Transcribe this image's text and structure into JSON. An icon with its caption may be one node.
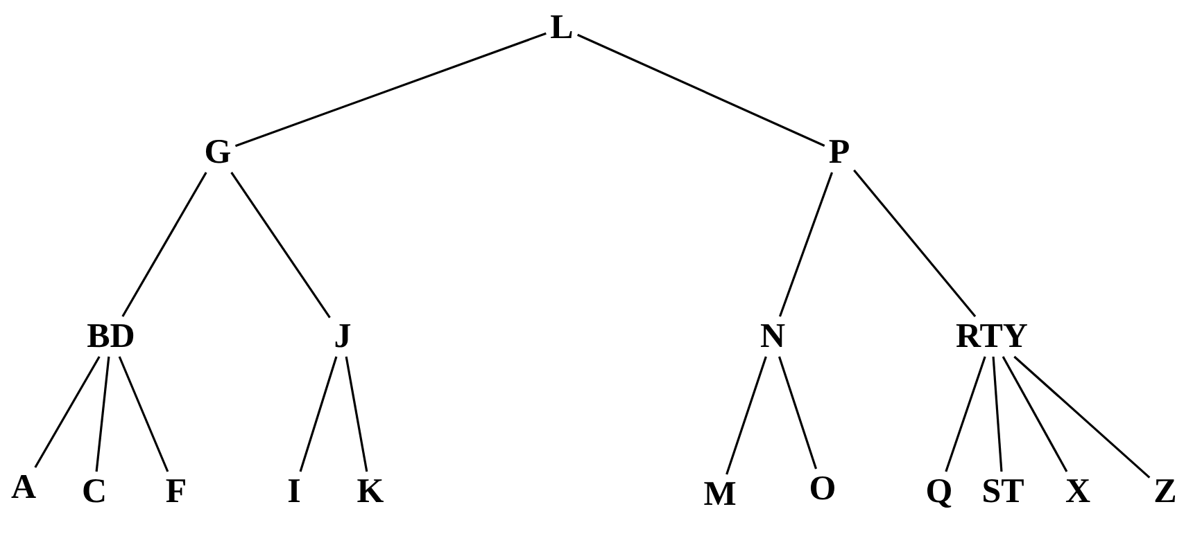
{
  "diagram": {
    "nodes": [
      {
        "text": [
          "L"
        ]
      },
      {
        "text": [
          "G"
        ]
      },
      {
        "text": [
          "P"
        ]
      },
      {
        "text": [
          "BD"
        ]
      },
      {
        "text": [
          "J"
        ]
      },
      {
        "text": [
          "N"
        ]
      },
      {
        "text": [
          "RTY"
        ]
      },
      {
        "text": [
          "A"
        ]
      },
      {
        "text": [
          "C"
        ]
      },
      {
        "text": [
          "F"
        ]
      },
      {
        "text": [
          "I"
        ]
      },
      {
        "text": [
          "K"
        ]
      },
      {
        "text": [
          "M"
        ]
      },
      {
        "text": [
          "O"
        ]
      },
      {
        "text": [
          "Q"
        ]
      },
      {
        "text": [
          "ST"
        ]
      },
      {
        "text": [
          "X"
        ]
      },
      {
        "text": [
          "Z"
        ]
      }
    ],
    "edges": [
      {
        "from": 0,
        "to": 1,
        "arrow": "none"
      },
      {
        "from": 0,
        "to": 2,
        "arrow": "none"
      },
      {
        "from": 1,
        "to": 3,
        "arrow": "none"
      },
      {
        "from": 1,
        "to": 4,
        "arrow": "none"
      },
      {
        "from": 2,
        "to": 5,
        "arrow": "none"
      },
      {
        "from": 2,
        "to": 6,
        "arrow": "none"
      },
      {
        "from": 3,
        "to": 7,
        "arrow": "none"
      },
      {
        "from": 3,
        "to": 8,
        "arrow": "none"
      },
      {
        "from": 3,
        "to": 9,
        "arrow": "none"
      },
      {
        "from": 4,
        "to": 10,
        "arrow": "none"
      },
      {
        "from": 4,
        "to": 11,
        "arrow": "none"
      },
      {
        "from": 5,
        "to": 12,
        "arrow": "none"
      },
      {
        "from": 5,
        "to": 13,
        "arrow": "none"
      },
      {
        "from": 6,
        "to": 14,
        "arrow": "none"
      },
      {
        "from": 6,
        "to": 15,
        "arrow": "none"
      },
      {
        "from": 6,
        "to": 16,
        "arrow": "none"
      },
      {
        "from": 6,
        "to": 17,
        "arrow": "none"
      }
    ]
  }
}
